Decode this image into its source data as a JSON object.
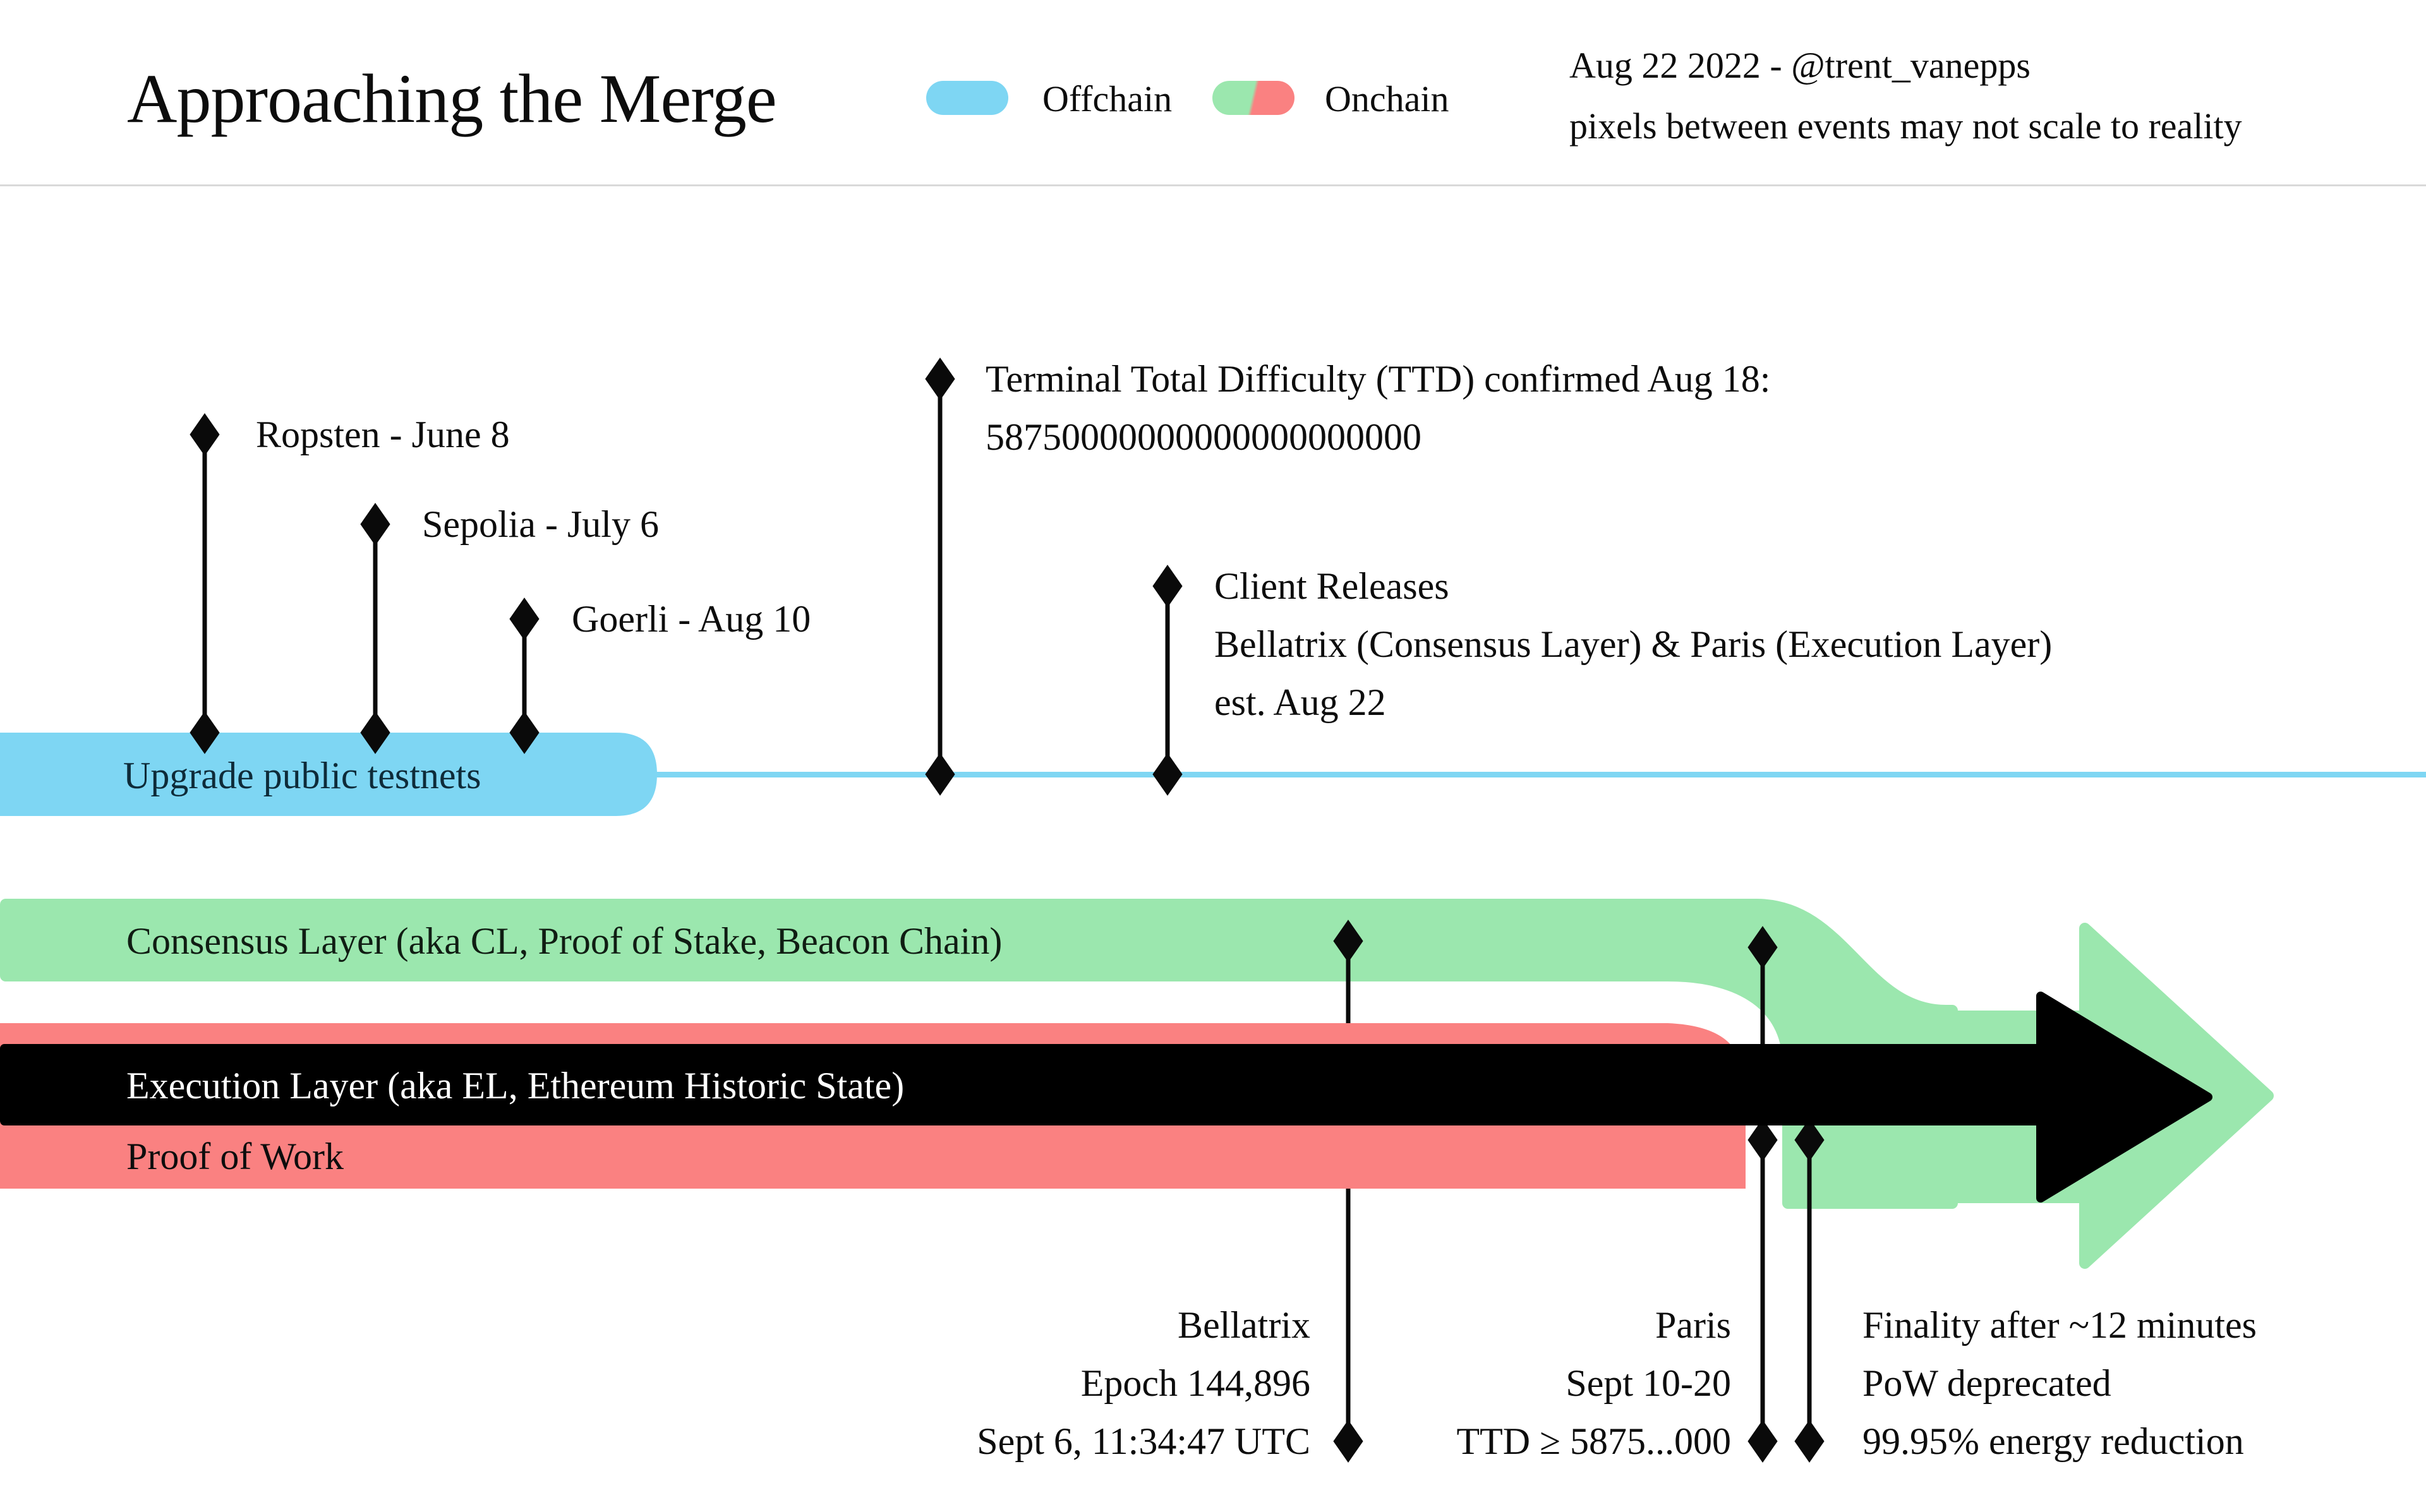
{
  "header": {
    "title": "Approaching the Merge",
    "legend": {
      "offchain_label": "Offchain",
      "onchain_label": "Onchain"
    },
    "credit_line1": "Aug 22 2022 - @trent_vanepps",
    "credit_line2": "pixels between events may not scale to reality"
  },
  "colors": {
    "offchain_blue": "#7ED6F3",
    "onchain_green": "#9BE7AE",
    "onchain_red": "#FA8181",
    "execution_black": "#000000"
  },
  "timeline": {
    "testnets_label": "Upgrade public testnets",
    "testnets": [
      {
        "label": "Ropsten - June 8"
      },
      {
        "label": "Sepolia - July 6"
      },
      {
        "label": "Goerli - Aug 10"
      }
    ],
    "ttd": {
      "line1": "Terminal Total Difficulty (TTD) confirmed Aug 18:",
      "line2": "58750000000000000000000"
    },
    "client_releases": {
      "line1": "Client Releases",
      "line2": "Bellatrix (Consensus Layer) & Paris (Execution Layer)",
      "line3": "est. Aug 22"
    }
  },
  "layers": {
    "consensus_label": "Consensus Layer (aka CL, Proof of Stake, Beacon Chain)",
    "execution_label": "Execution Layer (aka EL, Ethereum Historic State)",
    "pow_label": "Proof of Work"
  },
  "events": {
    "bellatrix": {
      "line1": "Bellatrix",
      "line2": "Epoch 144,896",
      "line3": "Sept 6, 11:34:47 UTC"
    },
    "paris": {
      "line1": "Paris",
      "line2": "Sept 10-20",
      "line3": "TTD ≥ 5875...000"
    },
    "finality": {
      "line1": "Finality after ~12 minutes",
      "line2": "PoW deprecated",
      "line3": "99.95% energy reduction"
    }
  }
}
